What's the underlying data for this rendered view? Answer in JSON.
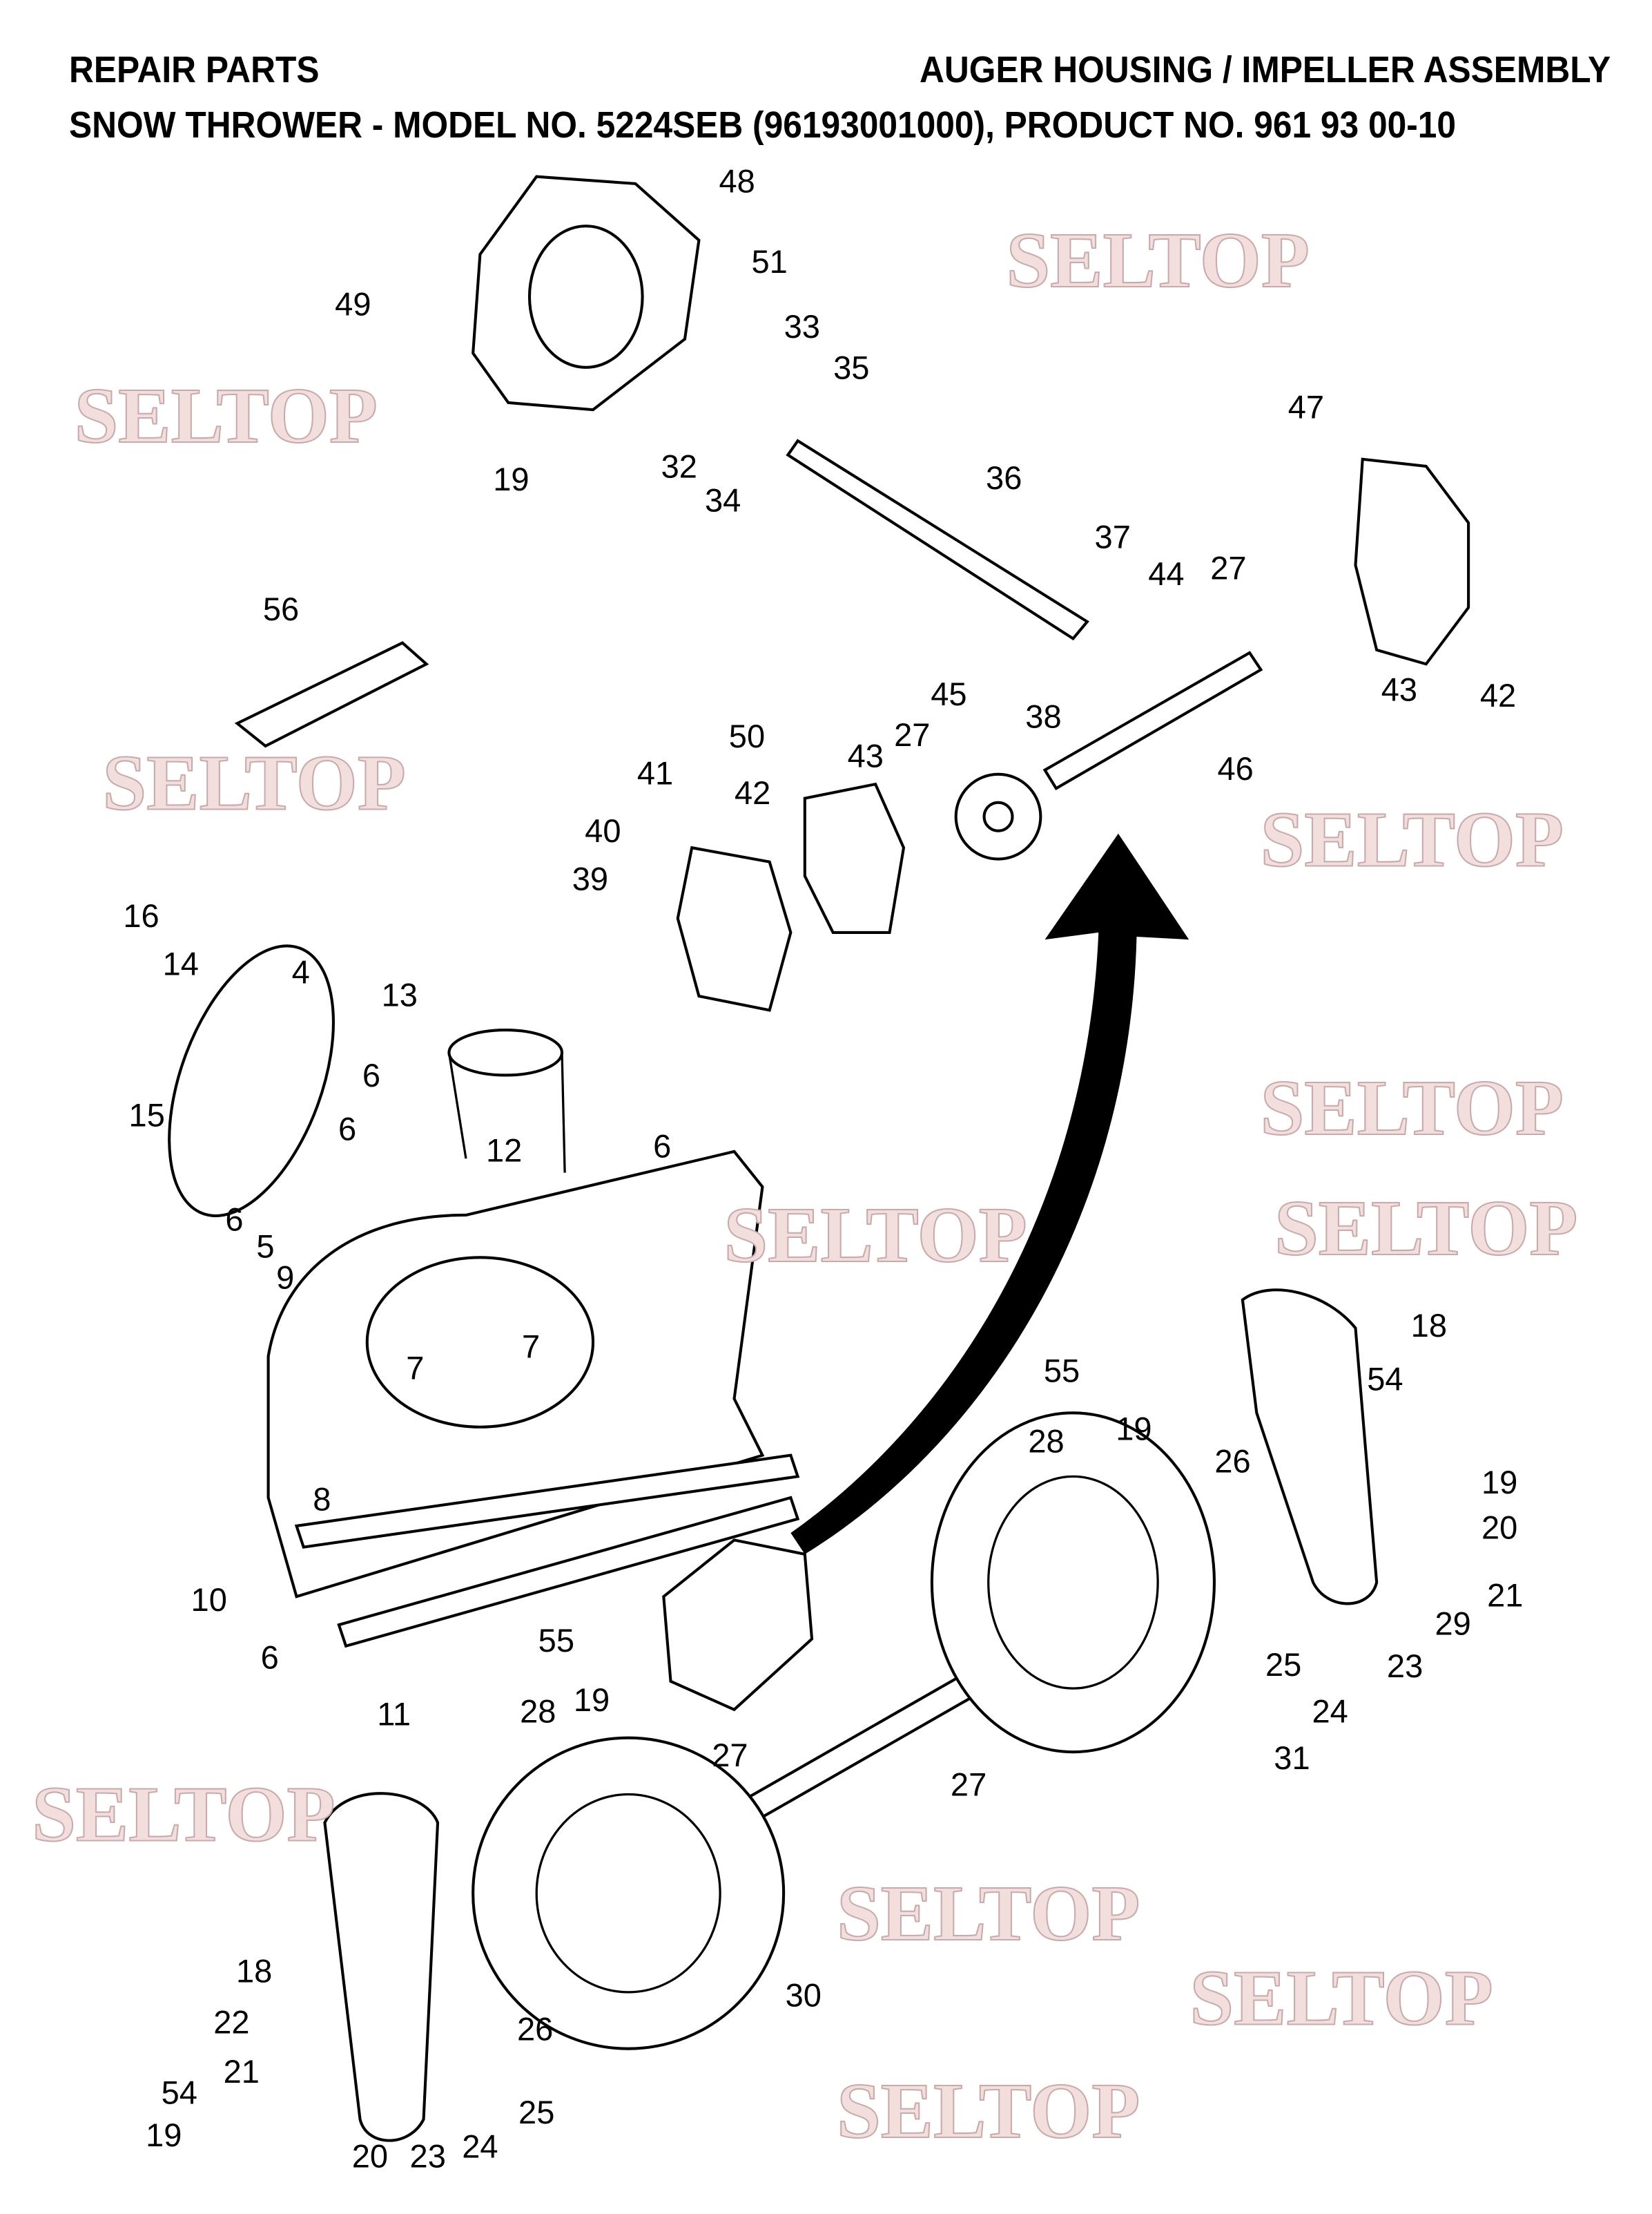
{
  "header": {
    "left_title": "REPAIR PARTS",
    "right_title": "AUGER HOUSING / IMPELLER ASSEMBLY",
    "subtitle_prefix": "SNOW THROWER - MODEL NO. ",
    "model": "5224SEB",
    "subtitle_suffix": " (96193001000), PRODUCT NO. 961 93 00-10"
  },
  "watermark": "SELTOP",
  "part_labels": [
    "48",
    "49",
    "51",
    "33",
    "35",
    "32",
    "34",
    "19",
    "36",
    "47",
    "37",
    "44",
    "27",
    "43",
    "42",
    "38",
    "46",
    "56",
    "50",
    "45",
    "43",
    "27",
    "41",
    "42",
    "40",
    "39",
    "16",
    "14",
    "4",
    "13",
    "6",
    "15",
    "6",
    "6",
    "12",
    "6",
    "5",
    "9",
    "18",
    "7",
    "7",
    "55",
    "54",
    "28",
    "19",
    "26",
    "8",
    "19",
    "20",
    "10",
    "21",
    "29",
    "25",
    "23",
    "6",
    "55",
    "24",
    "11",
    "19",
    "28",
    "27",
    "31",
    "27",
    "30",
    "18",
    "26",
    "22",
    "25",
    "21",
    "54",
    "19",
    "24",
    "20",
    "23"
  ]
}
